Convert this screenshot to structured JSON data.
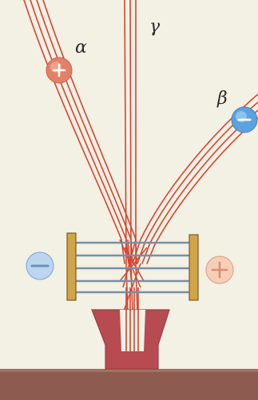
{
  "labels": {
    "alpha": "α",
    "gamma": "γ",
    "beta": "β"
  },
  "particles": {
    "alpha": {
      "sign": "plus",
      "color": "#e07a67"
    },
    "beta": {
      "sign": "minus",
      "color": "#5aa3dc"
    }
  },
  "plates": {
    "left": {
      "sign": "minus",
      "color": "#bcd6ef"
    },
    "right": {
      "sign": "plus",
      "color": "#f6cfb6"
    }
  },
  "colors": {
    "beam": "#d4452f",
    "background": "#f3f0e4",
    "source": "#b5444a",
    "ground": "#8e5a4e",
    "plate": "#cfa24a",
    "wire": "#7d8fa6"
  }
}
